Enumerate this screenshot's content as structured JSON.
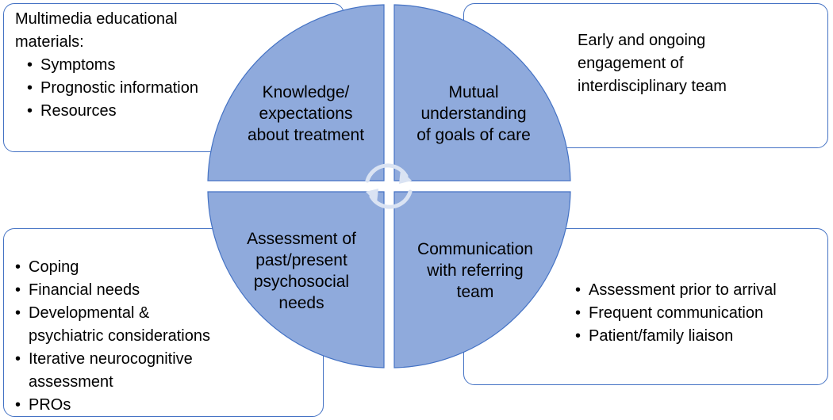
{
  "top_left": {
    "heading_lines": [
      "Multimedia educational",
      "materials:"
    ],
    "items": [
      "Symptoms",
      "Prognostic information",
      "Resources"
    ]
  },
  "top_right": {
    "lines": [
      "Early and ongoing",
      "engagement of",
      "interdisciplinary team"
    ]
  },
  "bottom_left": {
    "items": [
      {
        "lines": [
          "Coping"
        ]
      },
      {
        "lines": [
          "Financial needs"
        ]
      },
      {
        "lines": [
          "Developmental &",
          "psychiatric considerations"
        ]
      },
      {
        "lines": [
          "Iterative neurocognitive",
          "assessment"
        ]
      },
      {
        "lines": [
          "PROs"
        ]
      }
    ]
  },
  "bottom_right": {
    "items": [
      "Assessment prior to arrival",
      "Frequent communication",
      "Patient/family liaison"
    ]
  },
  "quadrants": {
    "top_left": [
      "Knowledge/",
      "expectations",
      "about treatment"
    ],
    "top_right": [
      "Mutual",
      "understanding",
      "of goals of care"
    ],
    "bottom_left": [
      "Assessment of",
      "past/present",
      "psychosocial",
      "needs"
    ],
    "bottom_right": [
      "Communication",
      "with referring",
      "team"
    ]
  },
  "colors": {
    "circle_fill": "#8faadc",
    "circle_stroke": "#4472c4",
    "box_border": "#4472c4",
    "cycle_icon": "#dae3f3"
  },
  "icons": {
    "center": "cycle-arrows-icon"
  }
}
